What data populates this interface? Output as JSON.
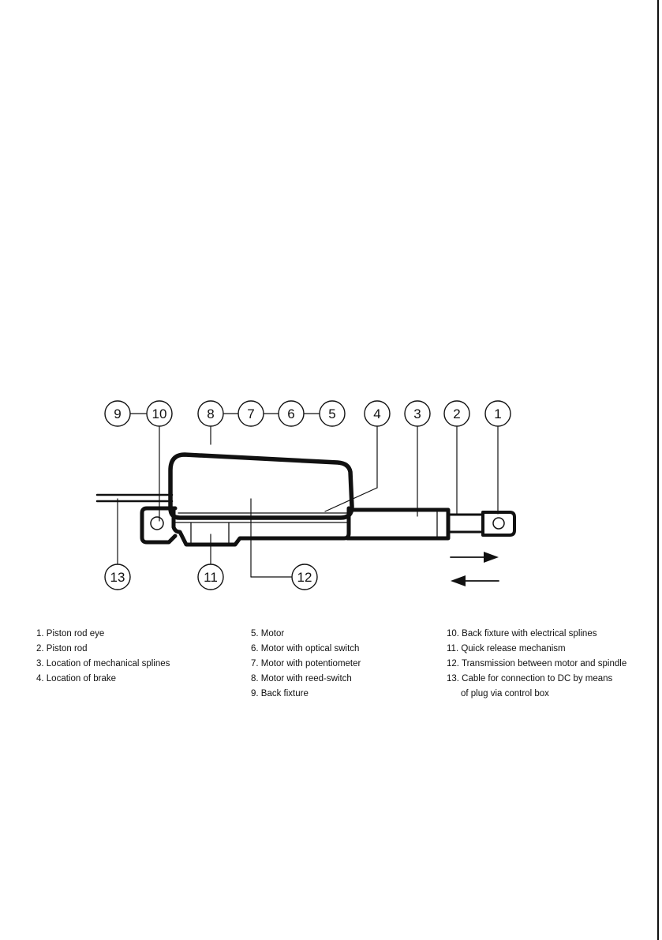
{
  "callouts": {
    "c1": "1",
    "c2": "2",
    "c3": "3",
    "c4": "4",
    "c5": "5",
    "c6": "6",
    "c7": "7",
    "c8": "8",
    "c9": "9",
    "c10": "10",
    "c11": "11",
    "c12": "12",
    "c13": "13"
  },
  "legend": {
    "col1": [
      "1. Piston rod eye",
      "2. Piston rod",
      "3. Location of mechanical splines",
      "4. Location of brake"
    ],
    "col2": [
      "5. Motor",
      "6. Motor with optical switch",
      "7. Motor with potentiometer",
      "8. Motor with reed-switch",
      "9. Back fixture"
    ],
    "col3": [
      "10. Back fixture with electrical splines",
      "11. Quick release mechanism",
      "12. Transmission between motor and spindle",
      "13. Cable for connection to DC by means"
    ],
    "col3_continuation": "of plug via control box"
  },
  "colors": {
    "ink": "#111111",
    "background": "#ffffff"
  }
}
